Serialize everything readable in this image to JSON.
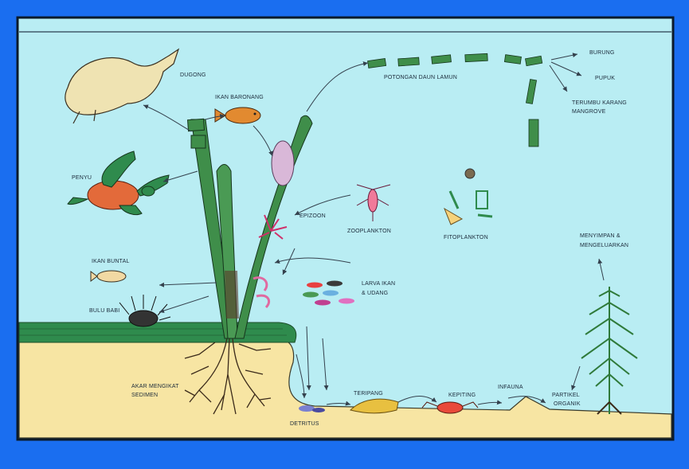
{
  "colors": {
    "frame": "#1a6ef0",
    "water": "#b9edf3",
    "sediment": "#f7e5a3",
    "seagrass": "#3f8e4a",
    "arrow": "#34414d"
  },
  "labels": {
    "dugong": "DUGONG",
    "ikan_baronang": "IKAN BARONANG",
    "potongan_daun_lamun": "POTONGAN DAUN LAMUN",
    "burung": "BURUNG",
    "pupuk": "PUPUK",
    "terumbu_karang": "TERUMBU KARANG",
    "mangrove": "MANGROVE",
    "penyu": "PENYU",
    "epizoon": "EPIZOON",
    "zooplankton": "ZOOPLANKTON",
    "fitoplankton": "FITOPLANKTON",
    "menyimpan_line1": "MENYIMPAN &",
    "menyimpan_line2": "MENGELUARKAN",
    "ikan_buntal": "IKAN BUNTAL",
    "larva_line1": "LARVA IKAN",
    "larva_line2": "& UDANG",
    "bulu_babi": "BULU BABI",
    "akar_line1": "AKAR MENGIKAT",
    "akar_line2": "SEDIMEN",
    "teripang": "TERIPANG",
    "kepiting": "KEPITING",
    "infauna": "INFAUNA",
    "partikel_line1": "PARTIKEL",
    "partikel_line2": "ORGANIK",
    "detritus": "DETRITUS"
  }
}
